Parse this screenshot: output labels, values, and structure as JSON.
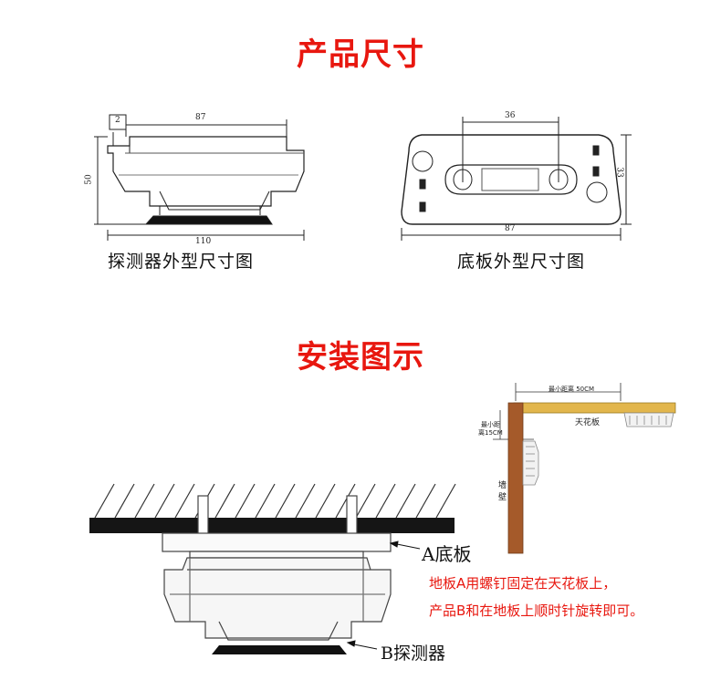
{
  "sections": {
    "dimensions_title": "产品尺寸",
    "install_title": "安装图示"
  },
  "detector_drawing": {
    "caption": "探测器外型尺寸图",
    "dim_top": "87",
    "dim_step": "2",
    "dim_height": "50",
    "dim_bottom": "110"
  },
  "base_drawing": {
    "caption": "底板外型尺寸图",
    "dim_holes": "36",
    "dim_side": "33",
    "dim_bottom": "87"
  },
  "placement_drawing": {
    "min_distance_ceiling": "最小距离 50CM",
    "min_distance_wall_line1": "最小距",
    "min_distance_wall_line2": "离15CM",
    "ceiling_label": "天花板",
    "wall_label_line1": "墙",
    "wall_label_line2": "壁"
  },
  "install_drawing": {
    "label_a": "A底板",
    "label_b": "B探测器"
  },
  "instructions": {
    "line1": "地板A用螺钉固定在天花板上，",
    "line2": "产品B和在地板上顺时针旋转即可。"
  },
  "colors": {
    "accent": "#e8170f",
    "ceiling_wood": "#e2b64c",
    "wall_wood": "#a55a2a",
    "slab": "#151515"
  }
}
